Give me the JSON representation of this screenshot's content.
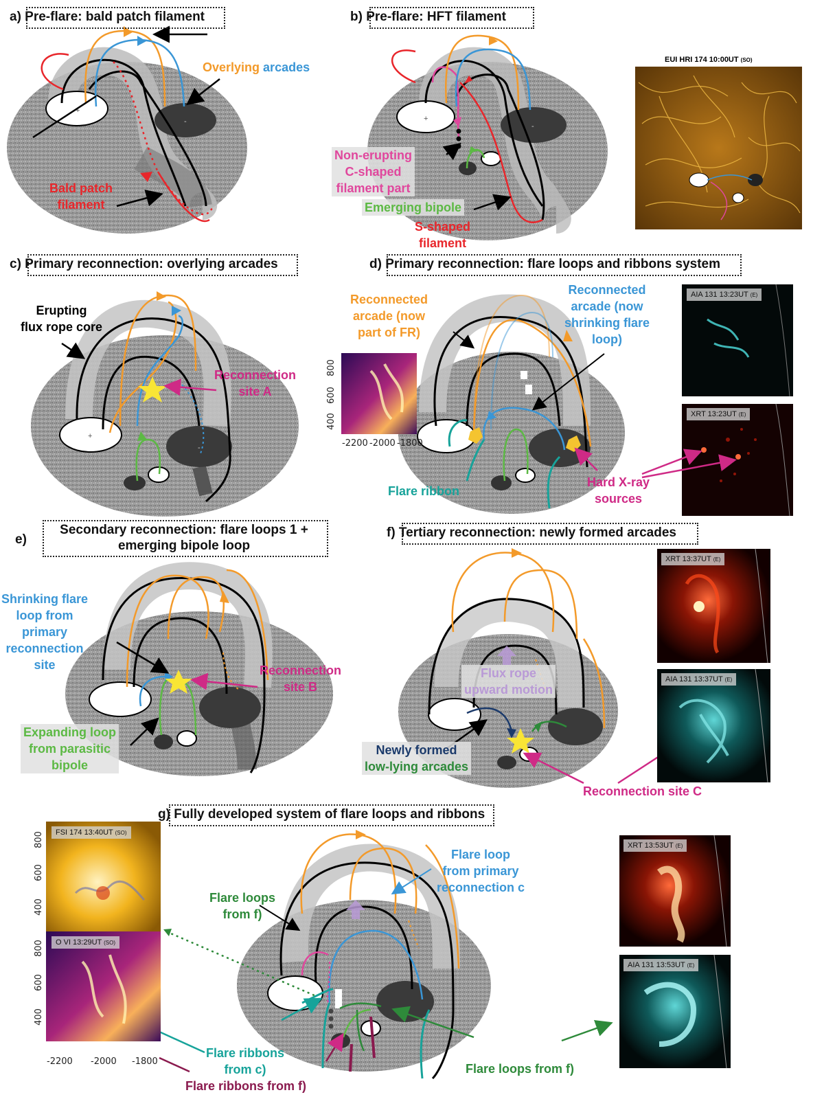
{
  "colors": {
    "red": "#e8262b",
    "orange": "#f39a2a",
    "blue": "#3a96d6",
    "pink": "#e0479d",
    "green": "#5cb944",
    "teal": "#17a39a",
    "darkblue": "#1b3a6b",
    "darkgreen": "#2e8a3a",
    "magenta": "#cf2a86",
    "lavender": "#b99ad6",
    "yellow": "#f9e535"
  },
  "panels": {
    "a": {
      "title": "a) Pre-flare: bald patch filament",
      "overlying_1": "Overlying",
      "overlying_2": "arcades",
      "bald_1": "Bald patch",
      "bald_2": "filament"
    },
    "b": {
      "title": "b) Pre-flare: HFT filament",
      "ne_1": "Non-erupting",
      "ne_2": "C-shaped",
      "ne_3": "filament part",
      "emerging": "Emerging bipole",
      "s_1": "S-shaped",
      "s_2": "filament",
      "img_title": "EUI HRI 174 10:00UT",
      "img_tag": "(SO)"
    },
    "c": {
      "title": "c) Primary reconnection: overlying arcades",
      "erupt_1": "Erupting",
      "erupt_2": "flux rope core",
      "recon_1": "Reconnection",
      "recon_2": "site A"
    },
    "d": {
      "title": "d) Primary reconnection: flare loops and ribbons system",
      "orange_1": "Reconnected",
      "orange_2": "arcade (now",
      "orange_3": "part of FR)",
      "blue_1": "Reconnected",
      "blue_2": "arcade (now",
      "blue_3": "shrinking flare",
      "blue_4": "loop)",
      "ribbon": "Flare ribbon",
      "hxr_1": "Hard X-ray",
      "hxr_2": "sources",
      "img1": "AIA 131 13:23UT",
      "img2": "XRT 13:23UT",
      "img_tag": "(E)",
      "yticks": [
        "800",
        "600",
        "400"
      ],
      "xticks": [
        "-2200",
        "-2000",
        "-1800"
      ]
    },
    "e": {
      "title_1": "e) ",
      "title_2": "Secondary reconnection: flare loops 1 +",
      "title_3": "emerging bipole loop",
      "shrink_1": "Shrinking flare",
      "shrink_2": "loop from",
      "shrink_3": "primary",
      "shrink_4": "reconnection",
      "shrink_5": "site",
      "recon_1": "Reconnection",
      "recon_2": "site B",
      "expand_1": "Expanding loop",
      "expand_2": "from parasitic",
      "expand_3": "bipole"
    },
    "f": {
      "title": "f) Tertiary reconnection: newly formed arcades",
      "fr_1": "Flux rope",
      "fr_2": "upward motion",
      "new_1": "Newly formed",
      "new_2": "low-lying arcades",
      "recon": "Reconnection site C",
      "img1": "XRT 13:37UT",
      "img2": "AIA 131 13:37UT",
      "img_tag": "(E)"
    },
    "g": {
      "title": "g) Fully developed system of flare loops and ribbons",
      "loops_f_1": "Flare loops",
      "loops_f_2": "from f)",
      "loop_c_1": "Flare loop",
      "loop_c_2": "from primary",
      "loop_c_3": "reconnection c",
      "rib_c_1": "Flare ribbons",
      "rib_c_2": "from c)",
      "rib_f": "Flare ribbons from f)",
      "loops_f_bottom": "Flare loops from f)",
      "img_fsi": "FSI 174 13:40UT",
      "img_ovi": "O VI 13:29UT",
      "img_so": "(SO)",
      "img_xrt": "XRT 13:53UT",
      "img_aia": "AIA 131 13:53UT",
      "img_e": "(E)",
      "yticks": [
        "800",
        "600",
        "400"
      ],
      "xticks": [
        "-2200",
        "-2000",
        "-1800"
      ]
    }
  }
}
